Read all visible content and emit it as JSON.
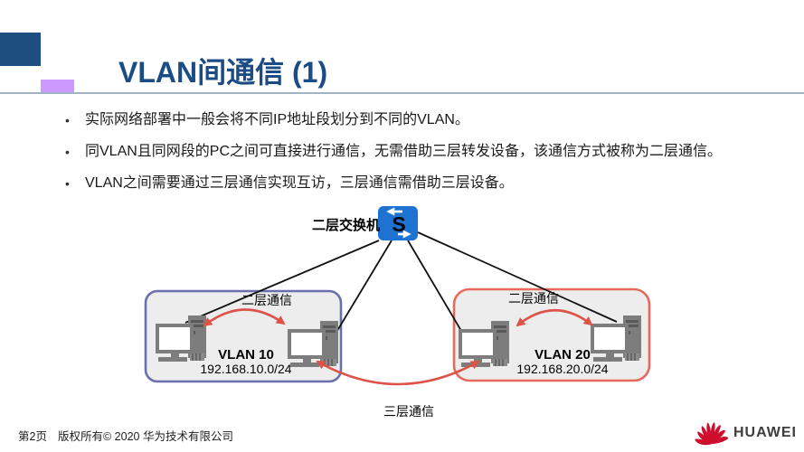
{
  "header": {
    "title": "VLAN间通信 (1)"
  },
  "bullets": [
    "实际网络部署中一般会将不同IP地址段划分到不同的VLAN。",
    "同VLAN且同网段的PC之间可直接进行通信，无需借助三层转发设备，该通信方式被称为二层通信。",
    "VLAN之间需要通过三层通信实现互访，三层通信需借助三层设备。"
  ],
  "diagram": {
    "switch_label": "二层交换机",
    "switch_letter": "S",
    "groups": [
      {
        "l2_label": "二层通信",
        "name": "VLAN 10",
        "subnet": "192.168.10.0/24"
      },
      {
        "l2_label": "二层通信",
        "name": "VLAN 20",
        "subnet": "192.168.20.0/24"
      }
    ],
    "l3_label": "三层通信"
  },
  "footer": {
    "page": "第2页",
    "copyright": "版权所有© 2020 华为技术有限公司",
    "brand": "HUAWEI"
  },
  "colors": {
    "title-blue": "#1B4C85",
    "accent-navy": "#1D4E7F",
    "accent-purple": "#CC99FF",
    "header-line": "#A3B3C6",
    "switch-blue": "#1E73D2",
    "vlan10-border": "#6A6FAE",
    "vlan20-border": "#E8695E",
    "group-fill": "#EDEDED",
    "arrow-red": "#DD5348",
    "pc-gray": "#7D7D7D",
    "huawei-red": "#CE0E2D",
    "text-black": "#1A1A1A"
  }
}
